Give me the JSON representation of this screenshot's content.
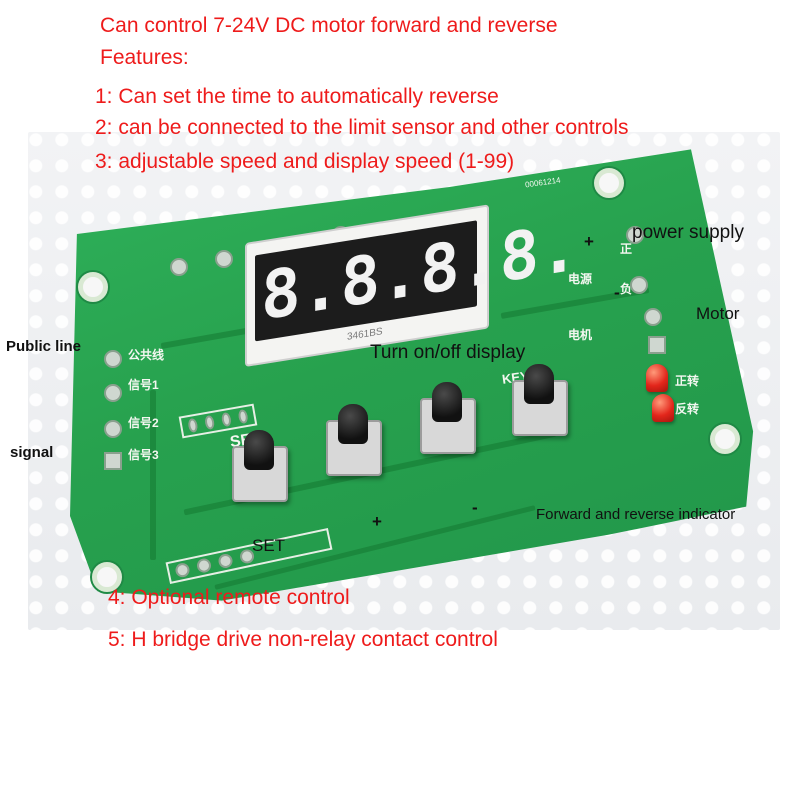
{
  "heading": {
    "title": "Can control 7-24V DC motor forward and reverse",
    "features_label": "Features:"
  },
  "features": [
    "1: Can set the time to automatically reverse",
    "2: can be connected to the limit sensor and other controls",
    "3: adjustable speed and display speed (1-99)",
    "4: Optional remote control",
    "5: H bridge drive non-relay contact control"
  ],
  "callouts": {
    "power_supply": "power supply",
    "motor": "Motor",
    "public_line": "Public line",
    "signal": "signal",
    "turn_on_off": "Turn on/off display",
    "indicator": "Forward and reverse indicator",
    "set": "SET",
    "plus": "+",
    "minus": "-"
  },
  "board": {
    "serial": "00061214",
    "display_digits": [
      "8.",
      "8.",
      "8.",
      "8."
    ],
    "display_code": "3461BS",
    "silkscreen": {
      "positive": "正",
      "power": "电源",
      "negative": "负",
      "motor": "电机",
      "forward": "正转",
      "reverse": "反转",
      "common": "公共线",
      "signal1": "信号1",
      "signal2": "信号2",
      "signal3": "信号3",
      "set": "SET",
      "key": "KEY"
    }
  },
  "colors": {
    "accent_red": "#ee1b1b",
    "pcb_green": "#27a14e"
  }
}
